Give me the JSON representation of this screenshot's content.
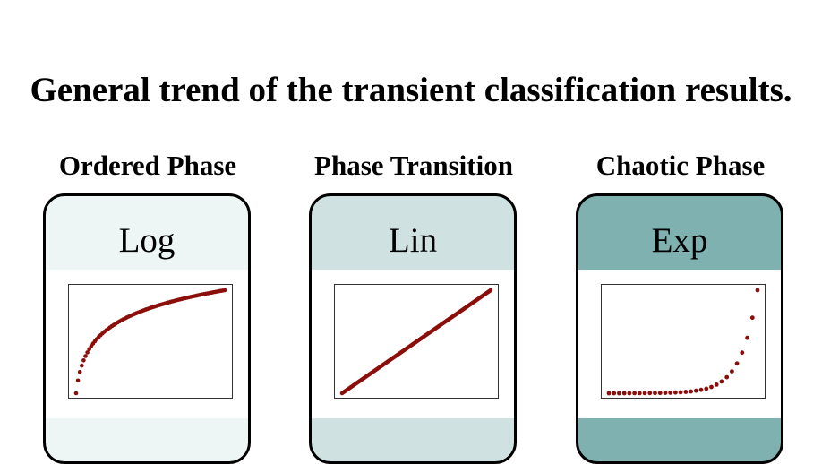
{
  "title": "General trend of the transient classification results.",
  "panels": [
    {
      "phase": "Ordered Phase",
      "growth": "Log",
      "curve": "log",
      "panel_color": "#eef5f5"
    },
    {
      "phase": "Phase Transition",
      "growth": "Lin",
      "curve": "lin",
      "panel_color": "#cfe1e1"
    },
    {
      "phase": "Chaotic Phase",
      "growth": "Exp",
      "curve": "exp",
      "panel_color": "#7fb1b1"
    }
  ],
  "curve_color": "#8b0e0a"
}
